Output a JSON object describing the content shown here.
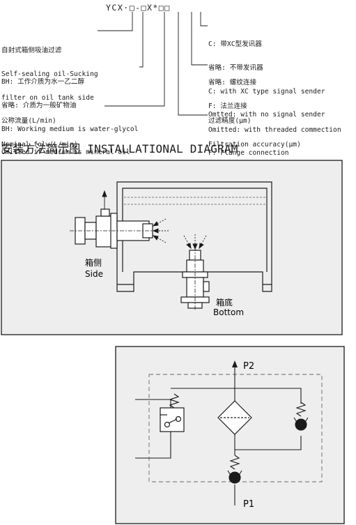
{
  "model_code": "YCX·□-□X*□□",
  "left_notes": {
    "self_sealing": [
      "自封式箱侧吸油过滤",
      "Self-sealing oil-Sucking",
      "filter on oil tank side"
    ],
    "medium": [
      "BH: 工作介质为水一乙二醇",
      "省略: 介质为一般矿物油",
      "BH: Working medium is water-glycol",
      "Omitted if medium is mineral oil"
    ],
    "flow": [
      "公称流量(L/min)",
      "Nominal folw(L/min)"
    ]
  },
  "right_notes": {
    "signal": [
      "C: 带XC型发讯器",
      "省略: 不带发讯器",
      "C: with XC type signal sender",
      "Omtted: with no signal sender"
    ],
    "connection": [
      "省略: 螺纹连接",
      "F: 法兰连接",
      "Omitted: with threaded commection",
      "F: Flange connection"
    ],
    "accuracy": [
      "过滤精度(μm)",
      "Filtration accuracy(μm)"
    ]
  },
  "installation_heading": "安装方法简示图 INSTALLATIONAL DIAGRAM",
  "installation": {
    "side_cn": "箱侧",
    "side_en": "Side",
    "bottom_cn": "箱底",
    "bottom_en": "Bottom"
  },
  "schematic": {
    "port_top": "P2",
    "port_bottom": "P1"
  },
  "colors": {
    "panel_bg": "#eeeeee",
    "line": "#1a1a1a"
  }
}
